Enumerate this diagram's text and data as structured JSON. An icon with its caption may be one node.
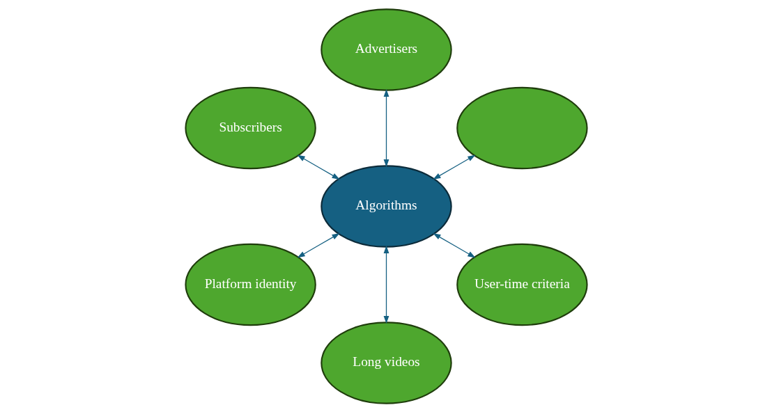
{
  "diagram": {
    "nodes": [
      {
        "text": [],
        "shape": "ellipse"
      },
      {
        "text": [
          "Advertisers"
        ]
      },
      {
        "text": [
          "Subscribers"
        ]
      },
      {
        "text": [
          "Algorithms"
        ]
      },
      {
        "text": [
          "Platform identity"
        ]
      },
      {
        "text": [
          "Long videos"
        ]
      },
      {
        "text": [
          "User-time criteria"
        ]
      }
    ],
    "edges": [
      {
        "from": 3,
        "to": 0,
        "arrow": "both"
      },
      {
        "from": 3,
        "to": 1,
        "arrow": "both"
      },
      {
        "from": 3,
        "to": 2,
        "arrow": "both"
      },
      {
        "from": 3,
        "to": 4,
        "arrow": "both"
      },
      {
        "from": 3,
        "to": 5,
        "arrow": "both"
      },
      {
        "from": 3,
        "to": 6,
        "arrow": "both"
      }
    ]
  }
}
